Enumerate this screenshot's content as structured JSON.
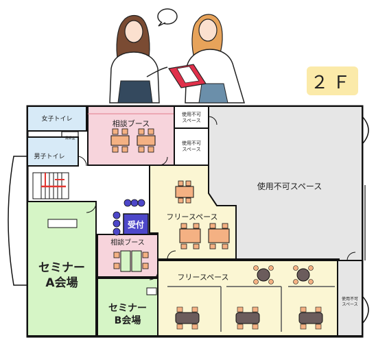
{
  "floor_label": "２Ｆ",
  "rooms": {
    "womens_restroom": "女子トイレ",
    "mens_restroom": "男子トイレ",
    "janitor_room": "清掃室",
    "consult_booth_top": "相談ブース",
    "consult_booth_mid": "相談ブース",
    "unavailable_small_1": [
      "使用不可",
      "スペース"
    ],
    "unavailable_small_2": [
      "使用不可",
      "スペース"
    ],
    "unavailable_large": "使用不可スペース",
    "unavailable_right": [
      "使用不可",
      "スペース"
    ],
    "free_space_upper": "フリースペース",
    "free_space_lower": "フリースペース",
    "reception": "受付",
    "seminar_a": [
      "セミナー",
      "A会場"
    ],
    "seminar_b": [
      "セミナー",
      "B会場"
    ]
  },
  "colors": {
    "restroom": "#d7eaf7",
    "consult": "#f7d4dc",
    "unavailable": "#e6e6e6",
    "free_space": "#fbf6d3",
    "seminar": "#d6f5c6",
    "reception": "#4d47c9",
    "table": "#f4b183",
    "wall": "#111111"
  },
  "icons": [
    "people-talking-illustration",
    "speech-bubble-icon",
    "clipboard-icon",
    "stairs-icon",
    "chair-icon",
    "table-icon",
    "round-table-icon",
    "door-swing-icon"
  ]
}
